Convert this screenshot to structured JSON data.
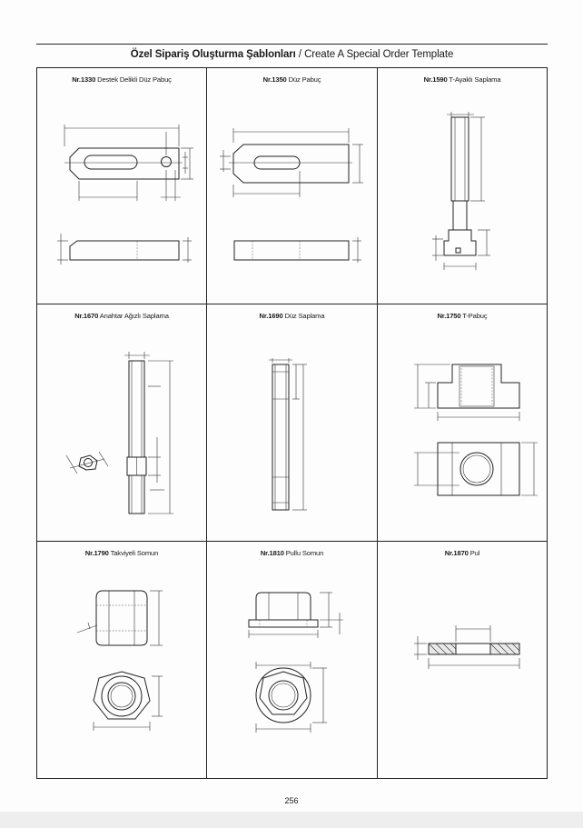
{
  "header": {
    "title_bold": "Özel Sipariş Oluşturma Şablonları",
    "title_rest": " / Create A Special Order Template"
  },
  "cells": [
    {
      "nr": "Nr.1330",
      "name": " Destek Delikli Düz Pabuç",
      "icon": "clamp-with-support-hole-drawing"
    },
    {
      "nr": "Nr.1350",
      "name": " Düz Pabuç",
      "icon": "flat-clamp-drawing"
    },
    {
      "nr": "Nr.1590",
      "name": " T-Ayaklı Saplama",
      "icon": "t-foot-stud-drawing"
    },
    {
      "nr": "Nr.1670",
      "name": " Anahtar Ağızlı Saplama",
      "icon": "wrench-flat-stud-drawing"
    },
    {
      "nr": "Nr.1690",
      "name": " Düz Saplama",
      "icon": "plain-stud-drawing"
    },
    {
      "nr": "Nr.1750",
      "name": " T-Pabuç",
      "icon": "t-slot-nut-drawing"
    },
    {
      "nr": "Nr.1790",
      "name": " Takviyeli Somun",
      "icon": "reinforced-nut-drawing"
    },
    {
      "nr": "Nr.1810",
      "name": " Pullu Somun",
      "icon": "flanged-nut-drawing"
    },
    {
      "nr": "Nr.1870",
      "name": " Pul",
      "icon": "washer-drawing"
    }
  ],
  "page_number": "256",
  "colors": {
    "line": "#222222",
    "background": "#fdfdfd"
  }
}
